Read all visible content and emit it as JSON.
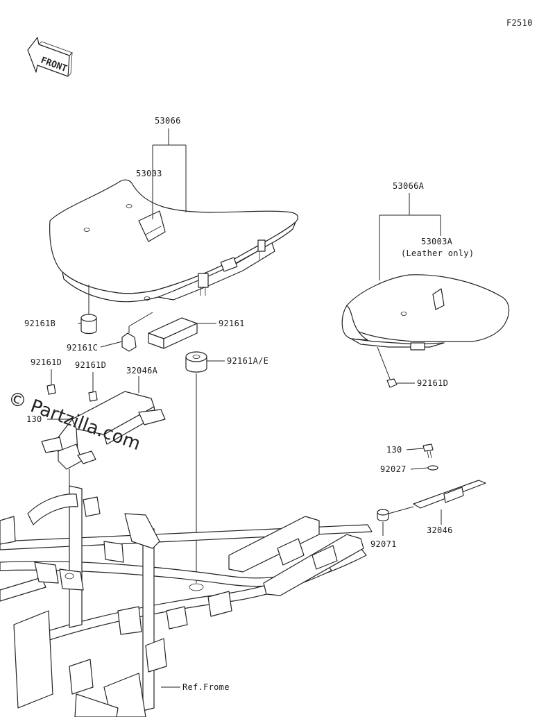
{
  "figure_code": "F2510",
  "front_label": "FRONT",
  "watermark": "© Partzilla.com",
  "callouts": {
    "p53066": "53066",
    "p53003": "53003",
    "p53066A": "53066A",
    "p53003A": "53003A",
    "leather_only": "(Leather only)",
    "p92161B": "92161B",
    "p92161C": "92161C",
    "p92161": "92161",
    "p92161AE": "92161A/E",
    "p92161D_left1": "92161D",
    "p92161D_left2": "92161D",
    "p92161D_right": "92161D",
    "p32046A": "32046A",
    "p130_left": "130",
    "p130_right": "130",
    "p92027": "92027",
    "p92071": "92071",
    "p32046": "32046",
    "ref_frame": "Ref.Frome"
  },
  "icons": {
    "front_arrow": "front-direction-arrow-icon"
  }
}
